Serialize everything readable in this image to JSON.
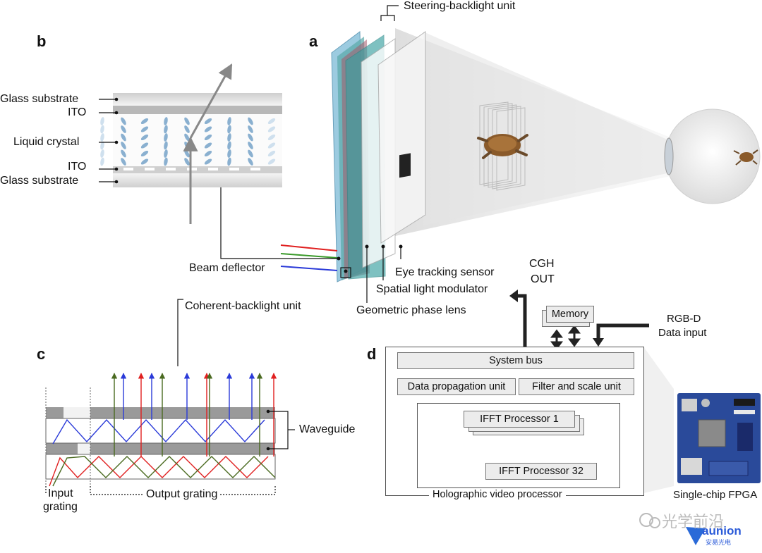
{
  "panels": {
    "a": "a",
    "b": "b",
    "c": "c",
    "d": "d"
  },
  "panel_a": {
    "steering_backlight_unit": "Steering-backlight unit",
    "eye_tracking_sensor": "Eye tracking sensor",
    "spatial_light_modulator": "Spatial light modulator",
    "geometric_phase_lens": "Geometric phase lens",
    "beam_deflector": "Beam deflector",
    "coherent_backlight_unit": "Coherent-backlight unit"
  },
  "panel_b": {
    "glass_substrate_top": "Glass substrate",
    "ito_top": "ITO",
    "liquid_crystal": "Liquid crystal",
    "ito_bottom": "ITO",
    "glass_substrate_bottom": "Glass substrate"
  },
  "panel_c": {
    "waveguide": "Waveguide",
    "input_grating_line1": "Input",
    "input_grating_line2": "grating",
    "output_grating": "Output grating"
  },
  "panel_d": {
    "cgh_line1": "CGH",
    "cgh_line2": "OUT",
    "rgbd_line1": "RGB-D",
    "rgbd_line2": "Data input",
    "memory": "Memory",
    "system_bus": "System bus",
    "data_propagation_unit": "Data propagation unit",
    "filter_scale_unit": "Filter and scale unit",
    "ifft_processor_1": "IFFT Processor 1",
    "ifft_processor_32": "IFFT Processor 32",
    "holographic_video_processor": "Holographic video processor",
    "single_chip_fpga": "Single-chip FPGA"
  },
  "watermark": {
    "text": "光学前沿",
    "logo": "aunion",
    "logo_sub": "安易光电"
  },
  "colors": {
    "red": "#e02020",
    "green": "#3a9a2a",
    "blue": "#2a3ad8",
    "waveguide_ray_green": "#4a6a20",
    "dark_arrow": "#222222"
  }
}
